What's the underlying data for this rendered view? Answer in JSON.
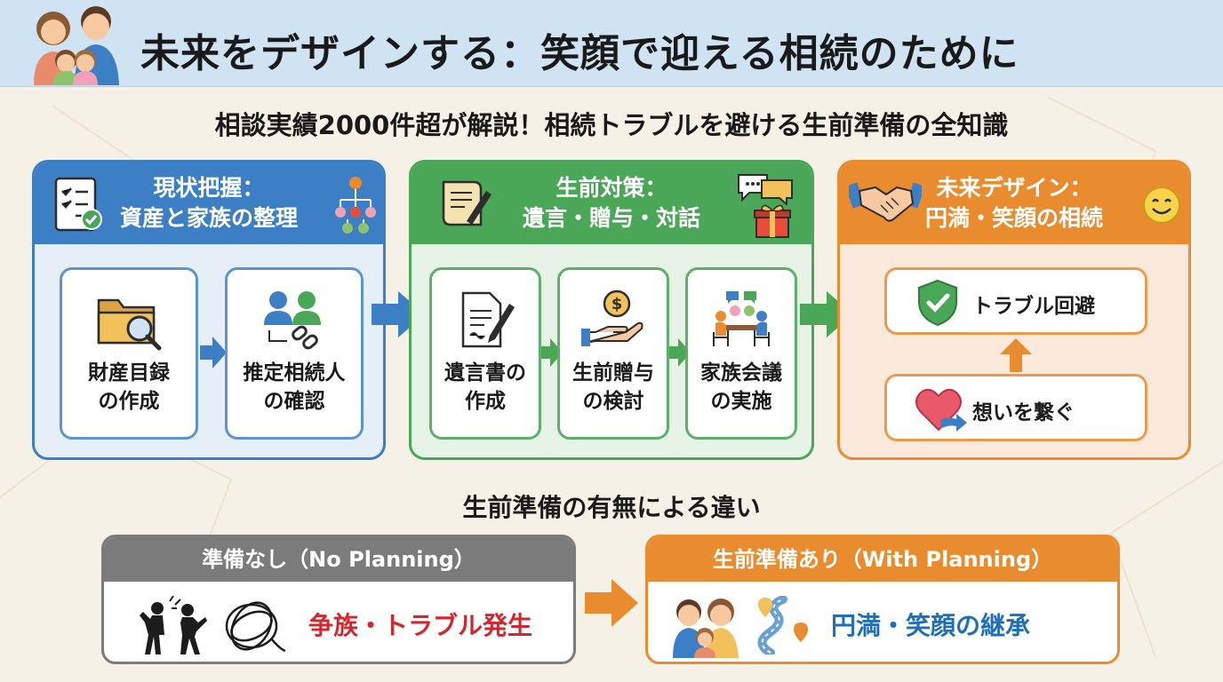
{
  "header": {
    "title": "未来をデザインする：笑顔で迎える相続のために",
    "icon": "family-icon"
  },
  "subtitle": "相談実績2000件超が解説！相続トラブルを避ける生前準備の全知識",
  "stages": [
    {
      "title_line1": "現状把握：",
      "title_line2": "資産と家族の整理",
      "color": "#3d7fc4",
      "icons": [
        "checklist-icon",
        "family-tree-icon"
      ],
      "steps": [
        {
          "line1": "財産目録",
          "line2": "の作成",
          "icon": "folder-search-icon"
        },
        {
          "line1": "推定相続人",
          "line2": "の確認",
          "icon": "people-link-icon"
        }
      ]
    },
    {
      "title_line1": "生前対策：",
      "title_line2": "遺言・贈与・対話",
      "color": "#4aa758",
      "icons": [
        "scroll-pen-icon",
        "speech-bubbles-icon",
        "gift-icon"
      ],
      "steps": [
        {
          "line1": "遺言書の",
          "line2": "作成",
          "icon": "document-pen-icon"
        },
        {
          "line1": "生前贈与",
          "line2": "の検討",
          "icon": "coin-hand-icon"
        },
        {
          "line1": "家族会議",
          "line2": "の実施",
          "icon": "meeting-icon"
        }
      ]
    },
    {
      "title_line1": "未来デザイン：",
      "title_line2": "円満・笑顔の相続",
      "color": "#e98b2f",
      "icons": [
        "handshake-icon",
        "smile-icon"
      ],
      "results": [
        {
          "label": "トラブル回避",
          "icon": "shield-check-icon"
        },
        {
          "label": "想いを繋ぐ",
          "icon": "heart-arrow-icon"
        }
      ]
    }
  ],
  "comparison": {
    "title": "生前準備の有無による違い",
    "without": {
      "title": "準備なし（No Planning）",
      "result": "争族・トラブル発生",
      "result_color": "#d0282e",
      "color": "#7b7b7b"
    },
    "with": {
      "title": "生前準備あり（With Planning）",
      "result": "円満・笑顔の継承",
      "result_color": "#1f6fb8",
      "color": "#e98b2f"
    }
  }
}
